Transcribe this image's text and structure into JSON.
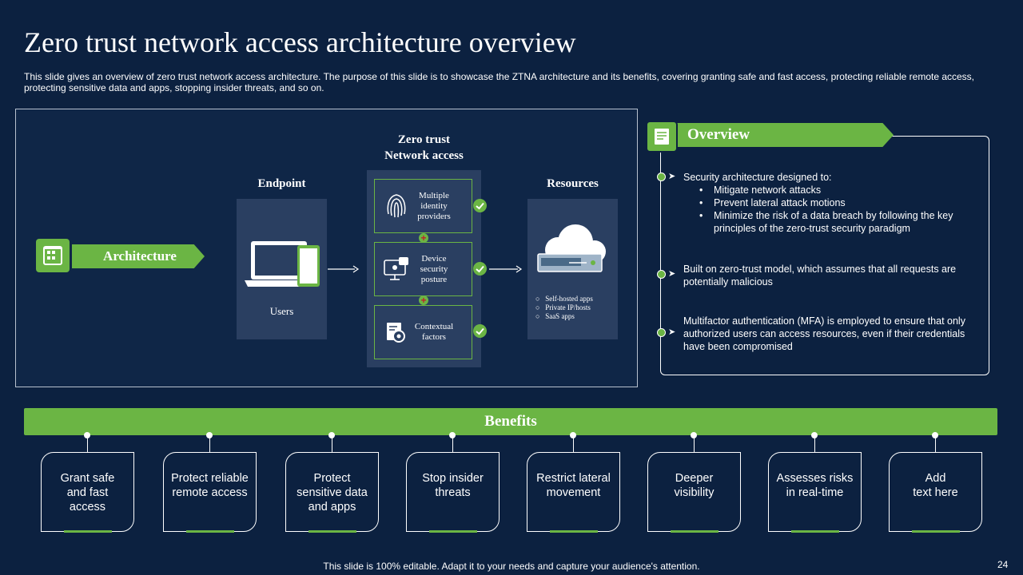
{
  "title": "Zero trust network access architecture overview",
  "subtitle": "This slide gives an overview of zero trust network access architecture. The purpose of this slide is to showcase the ZTNA architecture and its benefits, covering granting safe and fast access, protecting reliable remote access, protecting sensitive data and apps, stopping insider threats, and so on.",
  "colors": {
    "background": "#0c2140",
    "accent": "#6bb544",
    "panel": "#2a3f61"
  },
  "architecture": {
    "label": "Architecture",
    "endpoint_heading": "Endpoint",
    "endpoint_label": "Users",
    "ztna_heading_line1": "Zero trust",
    "ztna_heading_line2": "Network access",
    "ztna_items": [
      {
        "label": "Multiple identity providers",
        "icon": "fingerprint-icon"
      },
      {
        "label": "Device security posture",
        "icon": "device-lock-icon"
      },
      {
        "label": "Contextual factors",
        "icon": "settings-document-icon"
      }
    ],
    "resources_heading": "Resources",
    "resources_items": [
      "Self-hosted apps",
      "Private IP/hosts",
      "SaaS apps"
    ]
  },
  "overview": {
    "label": "Overview",
    "point1_intro": "Security architecture designed to:",
    "point1_bullets": [
      "Mitigate network attacks",
      "Prevent lateral attack motions",
      "Minimize the risk of a data breach by following the key principles of the zero-trust security paradigm"
    ],
    "point2": "Built on zero-trust model, which assumes that all requests are potentially malicious",
    "point3": "Multifactor authentication (MFA) is employed to ensure that only authorized users can access resources, even  if their credentials have been compromised"
  },
  "benefits": {
    "label": "Benefits",
    "items": [
      "Grant safe\nand fast\naccess",
      "Protect reliable\nremote access",
      "Protect\nsensitive data\nand apps",
      "Stop insider\nthreats",
      "Restrict lateral\nmovement",
      "Deeper\nvisibility",
      "Assesses risks\nin real-time",
      "Add\ntext here"
    ]
  },
  "footer": "This slide is 100% editable. Adapt it to your needs and capture your audience's attention.",
  "page_number": "24"
}
